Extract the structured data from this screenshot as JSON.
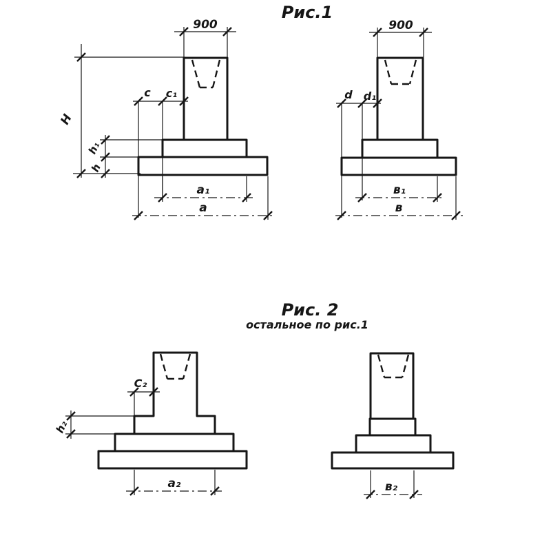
{
  "ink_color": "#161616",
  "background_color": "#ffffff",
  "fig1": {
    "title": "Рис.1",
    "left": {
      "top_width": "900",
      "overall_height": "Н",
      "offset_c": "с",
      "offset_c1": "с₁",
      "step_height_h1": "h₁",
      "slab_height_h": "h",
      "width_a1": "а₁",
      "width_a": "а"
    },
    "right": {
      "top_width": "900",
      "offset_d": "d",
      "offset_d1": "d₁",
      "width_b1": "в₁",
      "width_b": "в"
    }
  },
  "fig2": {
    "title": "Рис. 2",
    "subtitle": "остальное по рис.1",
    "left": {
      "offset_c2": "С₂",
      "step_height_h2": "h₂",
      "width_a2": "а₂"
    },
    "right": {
      "width_b2": "в₂"
    }
  }
}
